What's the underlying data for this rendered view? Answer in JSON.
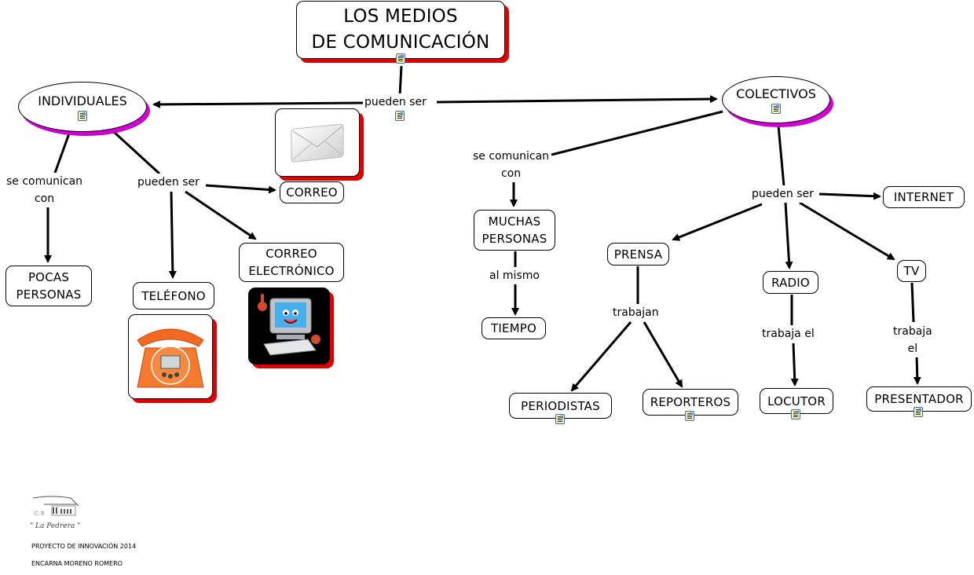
{
  "title": {
    "line1": "LOS MEDIOS",
    "line2": "DE COMUNICACIÓN"
  },
  "root_link": "pueden ser",
  "individuales": {
    "label": "INDIVIDUALES",
    "link_left": {
      "line1": "se comunican",
      "line2": "con"
    },
    "link_right": "pueden ser",
    "pocas_personas": {
      "line1": "POCAS",
      "line2": "PERSONAS"
    },
    "correo": "CORREO",
    "telefono": "TELÉFONO",
    "correo_electronico": {
      "line1": "CORREO",
      "line2": "ELECTRÓNICO"
    }
  },
  "colectivos": {
    "label": "COLECTIVOS",
    "link_left": {
      "line1": "se comunican",
      "line2": "con"
    },
    "muchas_personas": {
      "line1": "MUCHAS",
      "line2": "PERSONAS"
    },
    "al_mismo": "al mismo",
    "tiempo": "TIEMPO",
    "link_right": "pueden ser",
    "internet": "INTERNET",
    "prensa": "PRENSA",
    "trabajan": "trabajan",
    "periodistas": "PERIODISTAS",
    "reporteros": "REPORTEROS",
    "radio": "RADIO",
    "trabaja_el_radio": "trabaja el",
    "locutor": "LOCUTOR",
    "tv": "TV",
    "trabaja_el_tv": {
      "line1": "trabaja",
      "line2": "el"
    },
    "presentador": "PRESENTADOR"
  },
  "images": {
    "envelope": "envelope-icon",
    "telephone": "telephone-icon",
    "computer": "computer-icon"
  },
  "logo": {
    "line1": "C. P.",
    "line2": "\" La Pedrera \""
  },
  "footer": {
    "project": "PROYECTO DE INNOVACIÓN 2014",
    "author": "ENCARNA MORENO ROMERO"
  },
  "colors": {
    "node_shadow": "#e00000",
    "ellipse_shadow": "#d000d0",
    "resource_icon_border": "#3a6fb0"
  }
}
